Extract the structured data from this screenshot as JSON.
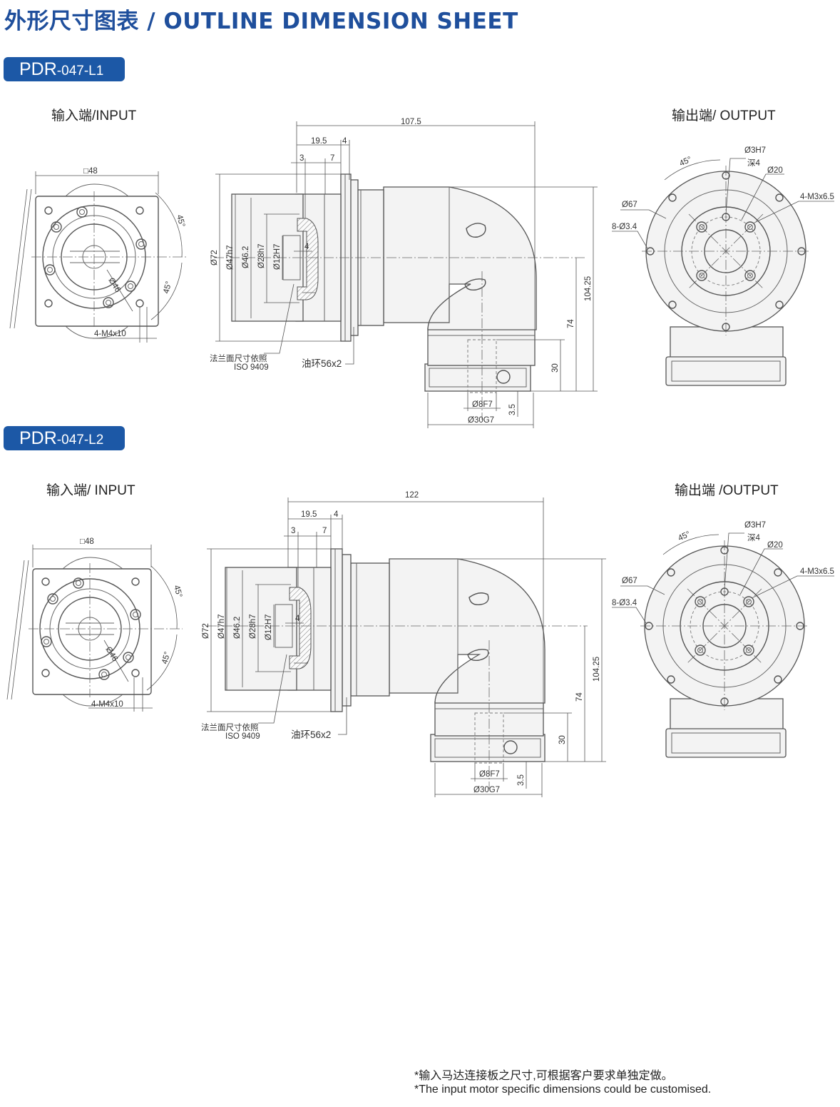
{
  "title": "外形尺寸图表 / OUTLINE DIMENSION SHEET",
  "sections": [
    {
      "model_prefix": "PDR",
      "model_suffix": "-047-L1",
      "input_heading": "输入端/INPUT",
      "output_heading": "输出端/ OUTPUT",
      "dims": {
        "square": "□48",
        "bolt_circle": "Ø46",
        "angle_a": "45°",
        "angle_b": "45°",
        "input_thread": "4-M4x10",
        "overall_length": "107.5",
        "len_19_5": "19.5",
        "len_4": "4",
        "len_3": "3",
        "len_7": "7",
        "dia_72": "Ø72",
        "dia_47": "Ø47h7",
        "dia_46_2": "Ø46.2",
        "dia_28": "Ø28h7",
        "dia_12": "Ø12H7",
        "key_4": "4",
        "flange_note_1": "法兰面尺寸依照",
        "flange_note_2": "ISO 9409",
        "oil_ring": "油环56x2",
        "height_104_25": "104.25",
        "height_74": "74",
        "height_30": "30",
        "depth_3_5": "3.5",
        "dia_8": "Ø8F7",
        "dia_30": "Ø30G7",
        "out_angle": "45°",
        "out_pin": "Ø3H7",
        "out_pin_depth": "深4",
        "out_pcd": "Ø20",
        "out_thread": "4-M3x6.5",
        "out_dia_67": "Ø67",
        "out_holes": "8-Ø3.4"
      }
    },
    {
      "model_prefix": "PDR",
      "model_suffix": "-047-L2",
      "input_heading": "输入端/ INPUT",
      "output_heading": "输出端 /OUTPUT",
      "dims": {
        "square": "□48",
        "bolt_circle": "Ø46",
        "angle_a": "45°",
        "angle_b": "45°",
        "input_thread": "4-M4x10",
        "overall_length": "122",
        "len_19_5": "19.5",
        "len_4": "4",
        "len_3": "3",
        "len_7": "7",
        "dia_72": "Ø72",
        "dia_47": "Ø47h7",
        "dia_46_2": "Ø46.2",
        "dia_28": "Ø28h7",
        "dia_12": "Ø12H7",
        "key_4": "4",
        "flange_note_1": "法兰面尺寸依照",
        "flange_note_2": "ISO 9409",
        "oil_ring": "油环56x2",
        "height_104_25": "104.25",
        "height_74": "74",
        "height_30": "30",
        "depth_3_5": "3.5",
        "dia_8": "Ø8F7",
        "dia_30": "Ø30G7",
        "out_angle": "45°",
        "out_pin": "Ø3H7",
        "out_pin_depth": "深4",
        "out_pcd": "Ø20",
        "out_thread": "4-M3x6.5",
        "out_dia_67": "Ø67",
        "out_holes": "8-Ø3.4"
      }
    }
  ],
  "footnote": {
    "cn": "*输入马达连接板之尺寸,可根据客户要求单独定做。",
    "en": "*The input motor specific dimensions could be customised."
  }
}
